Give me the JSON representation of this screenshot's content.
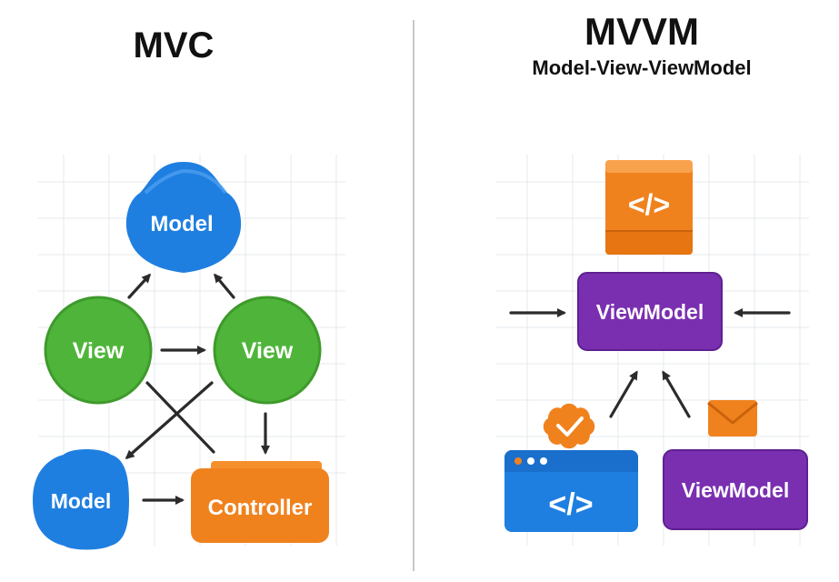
{
  "mvc": {
    "title": "MVC",
    "model_top": "Model",
    "view_left": "View",
    "view_right": "View",
    "model_bottom": "Model",
    "controller": "Controller"
  },
  "mvvm": {
    "title": "MVVM",
    "subtitle": "Model-View-ViewModel",
    "code_symbol_top": "</>",
    "viewmodel_center": "ViewModel",
    "code_symbol_window": "</>",
    "viewmodel_bottom": "ViewModel"
  },
  "colors": {
    "model_blue": "#1f7fe0",
    "view_green": "#4fb53a",
    "controller_orange": "#f0821e",
    "viewmodel_purple": "#7a2fb0",
    "divider": "#c8c8c8"
  },
  "icons": [
    "code-icon",
    "check-badge-icon",
    "envelope-icon",
    "window-dots-icon"
  ]
}
